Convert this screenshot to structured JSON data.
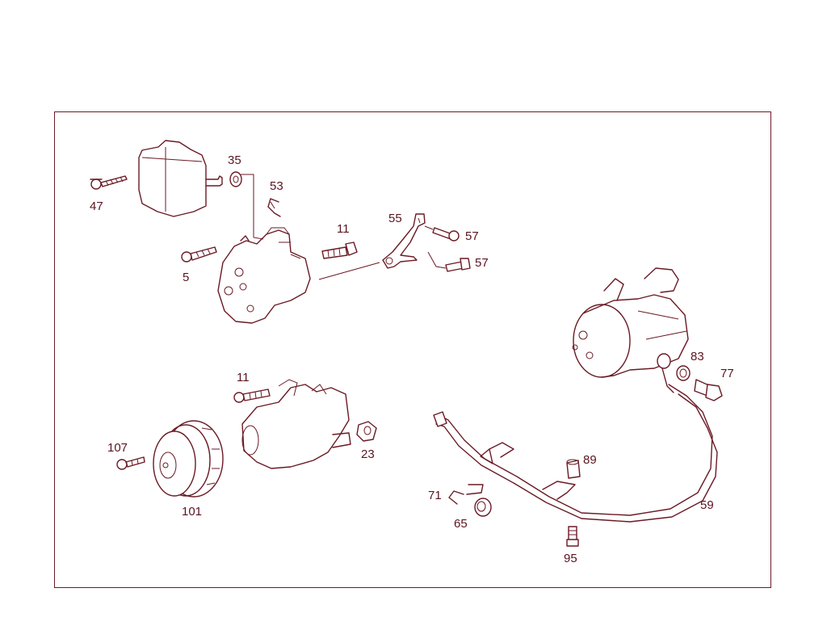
{
  "diagram": {
    "callouts": [
      {
        "id": "c47",
        "label": "47"
      },
      {
        "id": "c35",
        "label": "35"
      },
      {
        "id": "c53",
        "label": "53"
      },
      {
        "id": "c5",
        "label": "5"
      },
      {
        "id": "c11a",
        "label": "11"
      },
      {
        "id": "c55",
        "label": "55"
      },
      {
        "id": "c57a",
        "label": "57"
      },
      {
        "id": "c57b",
        "label": "57"
      },
      {
        "id": "c83",
        "label": "83"
      },
      {
        "id": "c77",
        "label": "77"
      },
      {
        "id": "c11b",
        "label": "11"
      },
      {
        "id": "c107",
        "label": "107"
      },
      {
        "id": "c23",
        "label": "23"
      },
      {
        "id": "c101",
        "label": "101"
      },
      {
        "id": "c89",
        "label": "89"
      },
      {
        "id": "c71",
        "label": "71"
      },
      {
        "id": "c65",
        "label": "65"
      },
      {
        "id": "c59",
        "label": "59"
      },
      {
        "id": "c95",
        "label": "95"
      }
    ],
    "line_color": "#6a1a24"
  }
}
